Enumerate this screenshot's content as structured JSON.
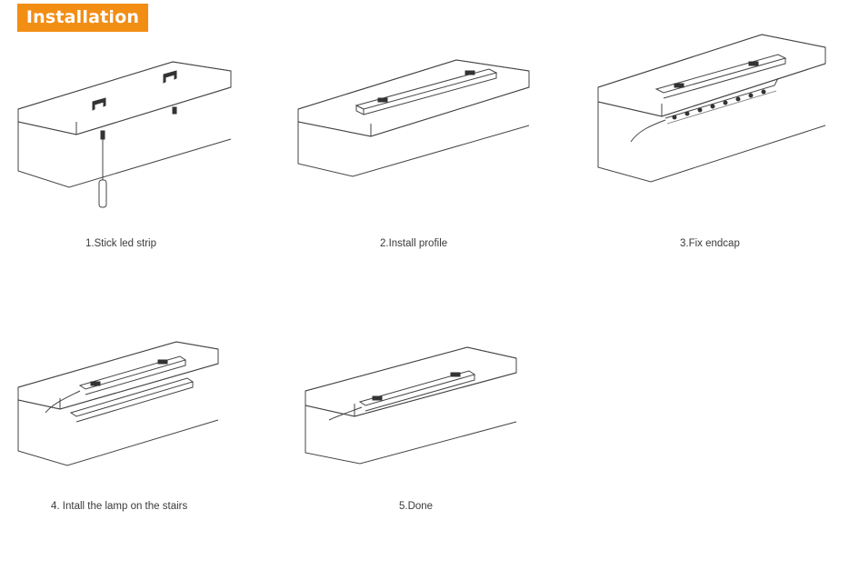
{
  "title": "Installation",
  "steps": [
    {
      "caption": "1.Stick led strip"
    },
    {
      "caption": "2.Install profile"
    },
    {
      "caption": "3.Fix endcap"
    },
    {
      "caption": "4. Intall the lamp on the stairs"
    },
    {
      "caption": "5.Done"
    }
  ],
  "colors": {
    "accent": "#f28e14"
  }
}
